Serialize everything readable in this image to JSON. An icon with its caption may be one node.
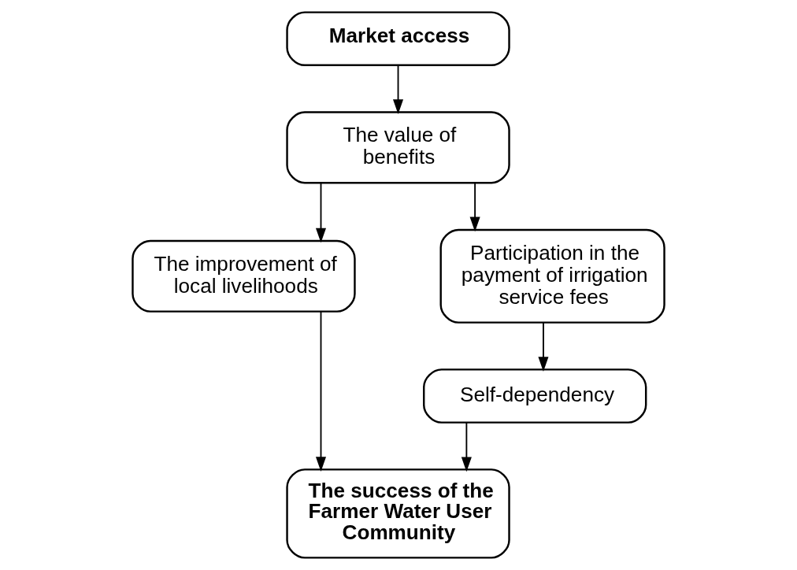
{
  "diagram": {
    "nodes": [
      {
        "text": [
          "Market access"
        ]
      },
      {
        "text": [
          "The value of benefits"
        ]
      },
      {
        "text": [
          "The improvement of local livelihoods"
        ]
      },
      {
        "text": [
          "Participation in the payment of irrigation service fees"
        ]
      },
      {
        "text": [
          "Self-dependency"
        ]
      },
      {
        "text": [
          "The success of the Farmer Water User Community"
        ]
      }
    ],
    "edges": [
      {
        "from": 0,
        "to": 1,
        "arrow": "to"
      },
      {
        "from": 1,
        "to": 2,
        "arrow": "to"
      },
      {
        "from": 1,
        "to": 3,
        "arrow": "to"
      },
      {
        "from": 3,
        "to": 4,
        "arrow": "to"
      },
      {
        "from": 2,
        "to": 5,
        "arrow": "to"
      },
      {
        "from": 4,
        "to": 5,
        "arrow": "to"
      }
    ]
  }
}
